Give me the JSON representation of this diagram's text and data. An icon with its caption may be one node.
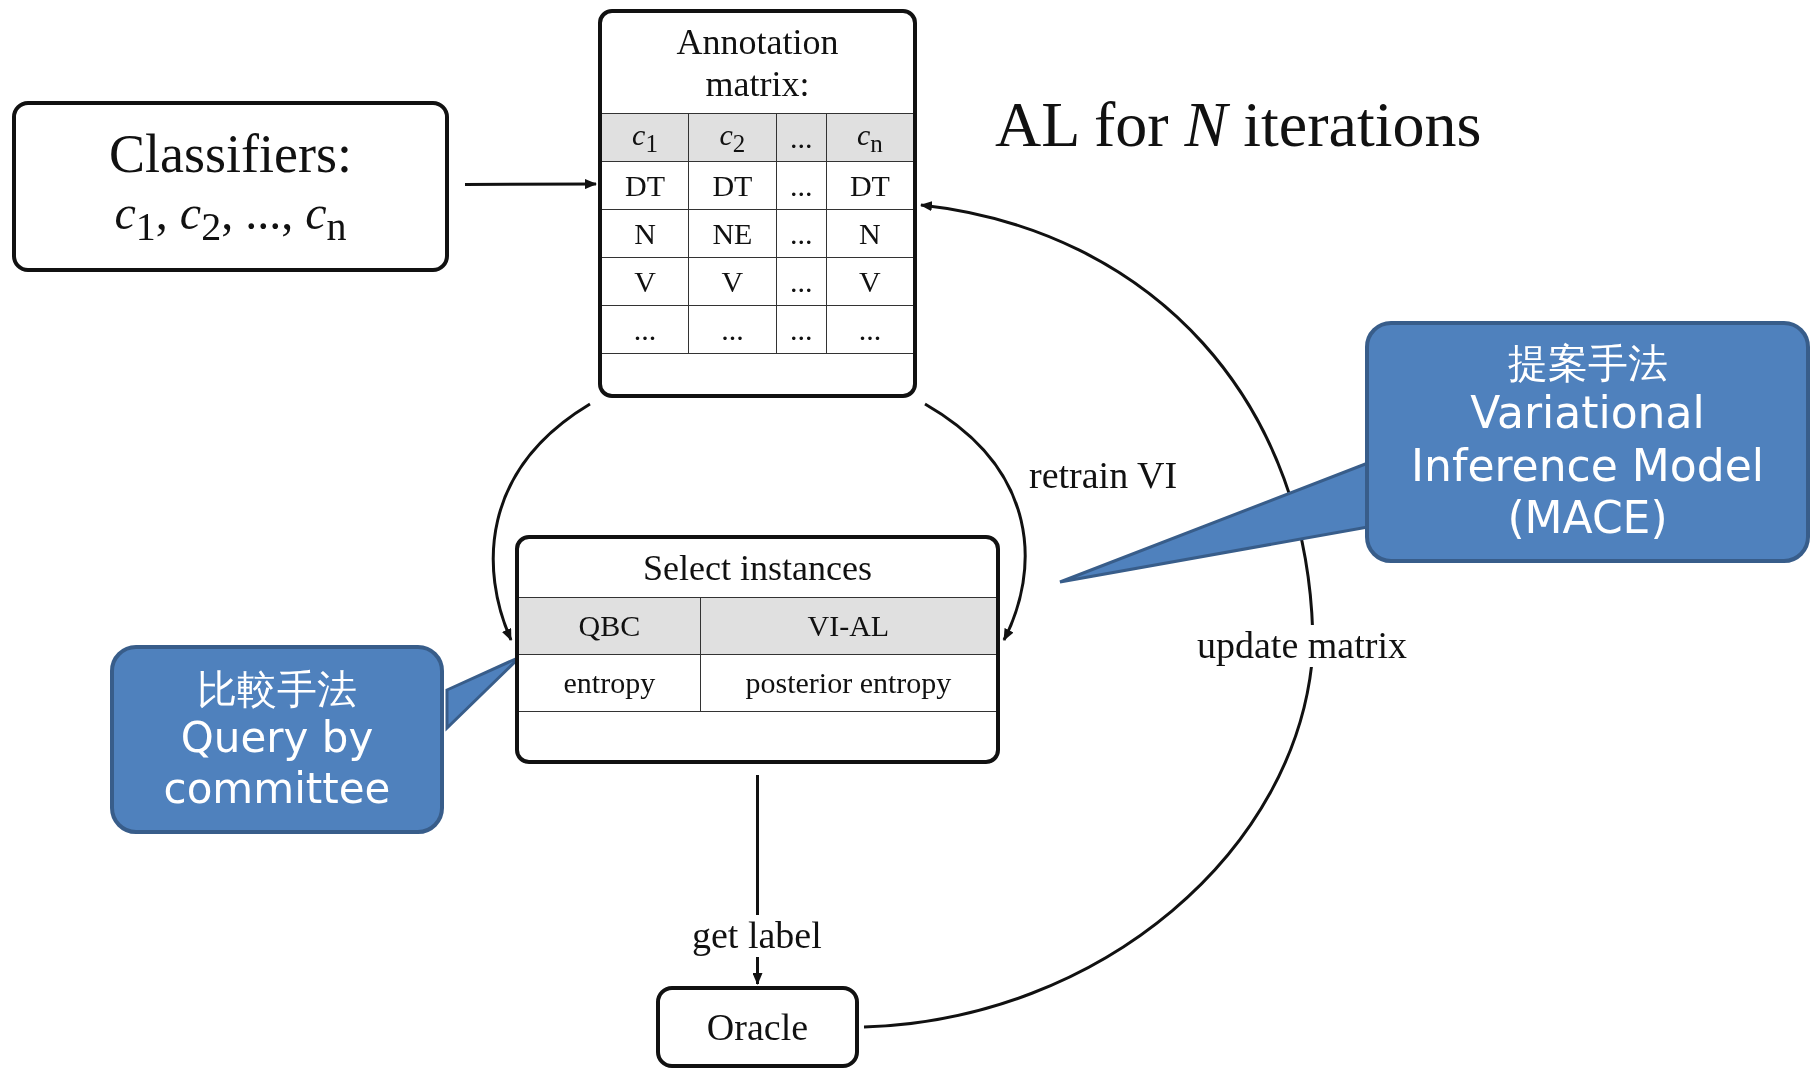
{
  "diagram": {
    "title": "AL for *N* iterations",
    "nodes": [
      {
        "text": [
          "Classifiers:",
          "*c*$_{1}$, *c*$_{2}$, ..., *c*$_{n}$"
        ]
      },
      {
        "text": [
          "Annotation matrix:",
          "*c*$_{1}$",
          "*c*$_{2}$",
          "...",
          "*c*$_{n}$",
          "DT",
          "DT",
          "...",
          "DT",
          "N",
          "NE",
          "...",
          "N",
          "V",
          "V",
          "...",
          "V",
          "...",
          "...",
          "...",
          "..."
        ]
      },
      {
        "text": [
          "Select instances",
          "QBC",
          "VI-AL",
          "entropy",
          "posterior entropy"
        ]
      },
      {
        "text": [
          "Oracle"
        ]
      },
      {
        "text": [
          "比較手法",
          "Query by committee"
        ]
      },
      {
        "text": [
          "提案手法",
          "Variational Inference Model (MACE)"
        ]
      }
    ],
    "edges": [
      {
        "from": 0,
        "to": 1,
        "arrow": "to"
      },
      {
        "from": 1,
        "to": 2,
        "arrow": "to"
      },
      {
        "from": 1,
        "to": 2,
        "arrow": "to",
        "label": "retrain VI"
      },
      {
        "from": 2,
        "to": 3,
        "arrow": "to",
        "label": "get label"
      },
      {
        "from": 3,
        "to": 1,
        "arrow": "to",
        "label": "update matrix"
      },
      {
        "from": 4,
        "to": 2,
        "arrow": "to"
      },
      {
        "from": 5,
        "to": null,
        "arrow": "to"
      }
    ]
  }
}
